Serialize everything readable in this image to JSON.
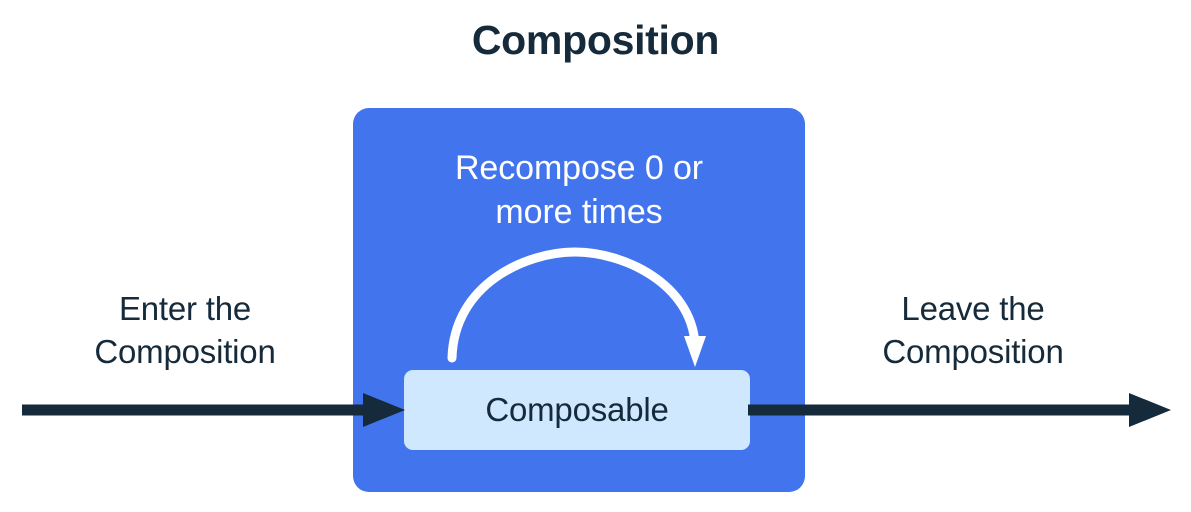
{
  "diagram": {
    "title": "Composition",
    "type": "flow-diagram"
  },
  "colors": {
    "background": "#ffffff",
    "composition_box": "#4274ee",
    "composable_box": "#d0e8fd",
    "text_dark": "#152a3a",
    "text_light": "#ffffff",
    "arrow_dark": "#152a3a",
    "arrow_light": "#ffffff"
  },
  "composition": {
    "recompose_label_line1": "Recompose 0 or",
    "recompose_label_line2": "more times",
    "recompose_label_full": "Recompose 0 or more times",
    "composable_label": "Composable"
  },
  "enter": {
    "label_line1": "Enter the",
    "label_line2": "Composition",
    "label_full": "Enter the Composition"
  },
  "leave": {
    "label_line1": "Leave the",
    "label_line2": "Composition",
    "label_full": "Leave the Composition"
  },
  "icons": {
    "enter_arrow": "arrow-right-icon",
    "leave_arrow": "arrow-right-icon",
    "recompose_arrow": "curved-loop-arrow-icon"
  }
}
